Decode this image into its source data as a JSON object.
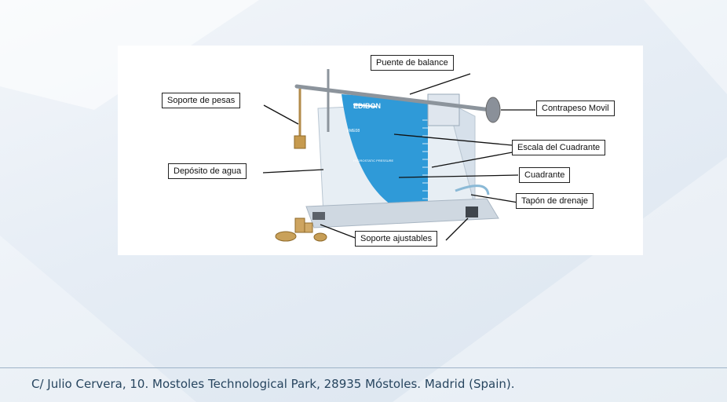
{
  "diagram": {
    "labels": {
      "puente": "Puente de balance",
      "soporte_pesas": "Soporte de pesas",
      "contrapeso": "Contrapeso Movil",
      "escala": "Escala del Cuadrante",
      "deposito": "Depósito de agua",
      "cuadrante": "Cuadrante",
      "tapon": "Tapón de drenaje",
      "soporte_ajustables": "Soporte ajustables"
    },
    "device": {
      "brand": "EDIBON",
      "model": "FME08",
      "scale_title": "HYDROSTATIC PRESSURE"
    }
  },
  "footer": {
    "address": "C/ Julio Cervera, 10. Mostoles Technological Park, 28935 Móstoles. Madrid (Spain)."
  }
}
